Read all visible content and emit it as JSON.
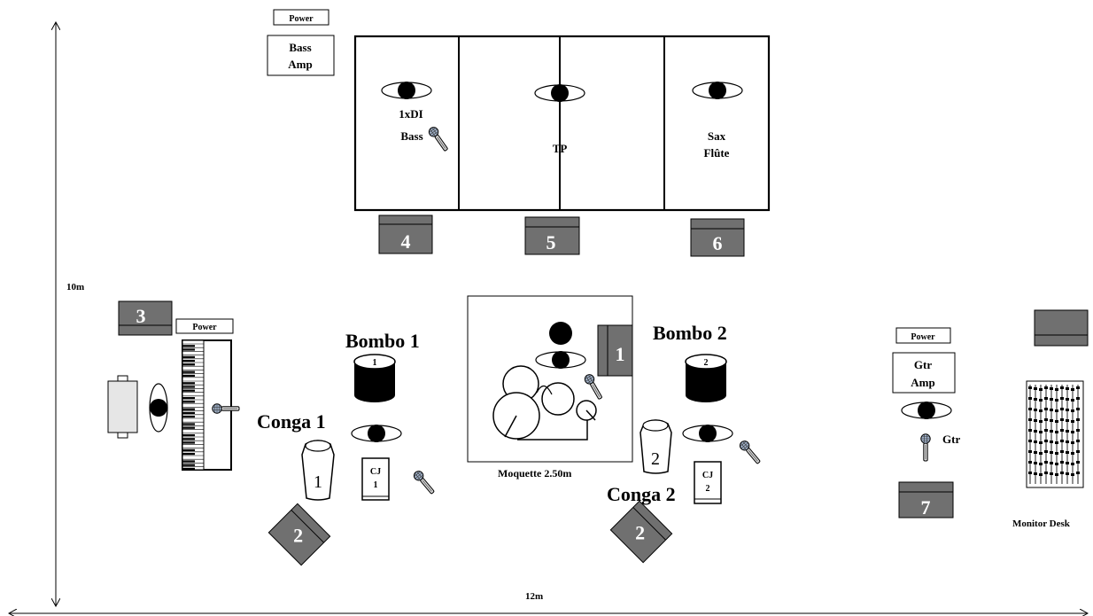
{
  "dimensions": {
    "height": "10m",
    "width": "12m"
  },
  "labels": {
    "power_top": "Power",
    "bass_amp_1": "Bass",
    "bass_amp_2": "Amp",
    "riser_di": "1xDI",
    "riser_bass": "Bass",
    "riser_tp": "TP",
    "riser_sax": "Sax",
    "riser_flute": "Flûte",
    "power_keys": "Power",
    "bombo1": "Bombo 1",
    "bombo1_num": "1",
    "bombo2": "Bombo 2",
    "bombo2_num": "2",
    "conga1": "Conga 1",
    "conga1_num": "1",
    "conga2": "Conga 2",
    "conga2_num": "2",
    "cj1_a": "CJ",
    "cj1_b": "1",
    "cj2_a": "CJ",
    "cj2_b": "2",
    "moquette": "Moquette 2.50m",
    "power_gtr": "Power",
    "gtr_amp_1": "Gtr",
    "gtr_amp_2": "Amp",
    "gtr": "Gtr",
    "monitor_desk": "Monitor Desk"
  },
  "monitors": {
    "m1": "1",
    "m2_left": "2",
    "m2_right": "2",
    "m3": "3",
    "m4": "4",
    "m5": "5",
    "m6": "6",
    "m7": "7"
  },
  "colors": {
    "monitor": "#707070",
    "monitor_light": "#8c8c8c",
    "drum": "#000000"
  }
}
